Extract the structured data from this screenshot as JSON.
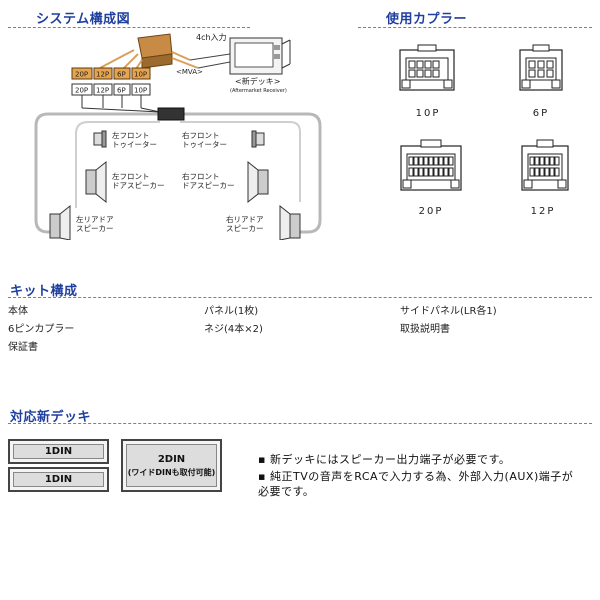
{
  "sections": {
    "system_title": "システム構成図",
    "coupler_title": "使用カプラー",
    "kit_title": "キット構成",
    "deck_title": "対応新デッキ"
  },
  "diagram": {
    "channel_label": "4ch入力",
    "mva_label": "<MVA>",
    "deck_label": "<新デッキ>",
    "deck_sub": "(Aftermarket Receiver)",
    "connectors_top": [
      "20P",
      "12P",
      "6P",
      "10P"
    ],
    "connectors_bottom": [
      "20P",
      "12P",
      "6P",
      "10P"
    ],
    "speakers": {
      "front_left_tweeter": [
        "左フロント",
        "トゥイーター"
      ],
      "front_right_tweeter": [
        "右フロント",
        "トゥイーター"
      ],
      "front_left_door": [
        "左フロント",
        "ドアスピーカー"
      ],
      "front_right_door": [
        "右フロント",
        "ドアスピーカー"
      ],
      "rear_left_door": [
        "左リアドア",
        "スピーカー"
      ],
      "rear_right_door": [
        "右リアドア",
        "スピーカー"
      ]
    }
  },
  "couplers": [
    {
      "label": "10P"
    },
    {
      "label": "6P"
    },
    {
      "label": "20P"
    },
    {
      "label": "12P"
    }
  ],
  "kit_items": [
    "本体",
    "パネル(1枚)",
    "サイドパネル(LR各1)",
    "6ピンカプラー",
    "ネジ(4本×2)",
    "取扱説明書",
    "保証書"
  ],
  "deck": {
    "din1_label": "1DIN",
    "din2_label": "2DIN",
    "din2_sub": "(ワイドDINも取付可能)",
    "notes": [
      "新デッキにはスピーカー出力端子が必要です。",
      "純正TVの音声をRCAで入力する為、外部入力(AUX)端子が必要です。"
    ],
    "bullet": "▪"
  }
}
